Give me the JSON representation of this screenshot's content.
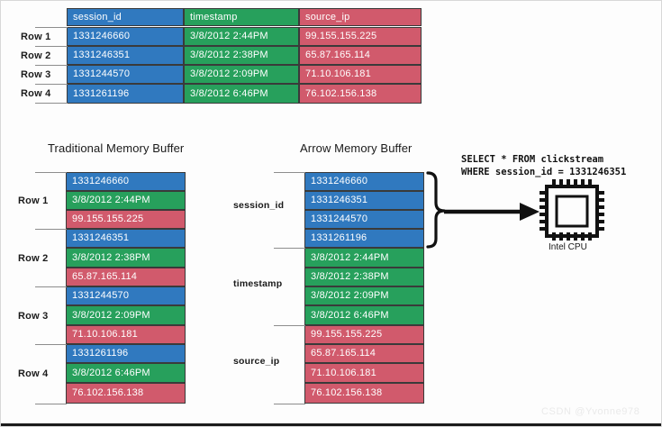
{
  "top_table": {
    "columns": [
      "session_id",
      "timestamp",
      "source_ip"
    ],
    "row_labels": [
      "Row 1",
      "Row 2",
      "Row 3",
      "Row 4"
    ],
    "rows": [
      [
        "1331246660",
        "3/8/2012  2:44PM",
        "99.155.155.225"
      ],
      [
        "1331246351",
        "3/8/2012  2:38PM",
        "65.87.165.114"
      ],
      [
        "1331244570",
        "3/8/2012  2:09PM",
        "71.10.106.181"
      ],
      [
        "1331261196",
        "3/8/2012  6:46PM",
        "76.102.156.138"
      ]
    ]
  },
  "traditional": {
    "title": "Traditional Memory Buffer",
    "row_labels": [
      "Row 1",
      "Row 2",
      "Row 3",
      "Row 4"
    ],
    "cells": [
      "1331246660",
      "3/8/2012  2:44PM",
      "99.155.155.225",
      "1331246351",
      "3/8/2012  2:38PM",
      "65.87.165.114",
      "1331244570",
      "3/8/2012  2:09PM",
      "71.10.106.181",
      "1331261196",
      "3/8/2012  6:46PM",
      "76.102.156.138"
    ]
  },
  "arrow": {
    "title": "Arrow Memory Buffer",
    "group_labels": [
      "session_id",
      "timestamp",
      "source_ip"
    ],
    "cells": [
      "1331246660",
      "1331246351",
      "1331244570",
      "1331261196",
      "3/8/2012  2:44PM",
      "3/8/2012  2:38PM",
      "3/8/2012  2:09PM",
      "3/8/2012  6:46PM",
      "99.155.155.225",
      "65.87.165.114",
      "71.10.106.181",
      "76.102.156.138"
    ]
  },
  "query": {
    "line1": "SELECT * FROM clickstream",
    "line2": "WHERE session_id = 1331246351"
  },
  "cpu": {
    "caption": "Intel CPU"
  },
  "watermark": {
    "text": "CSDN @Yvonne978"
  },
  "colors": {
    "blue": "#3079bf",
    "green": "#27a05c",
    "red": "#d15a6c",
    "ink": "#1a1a1a"
  }
}
